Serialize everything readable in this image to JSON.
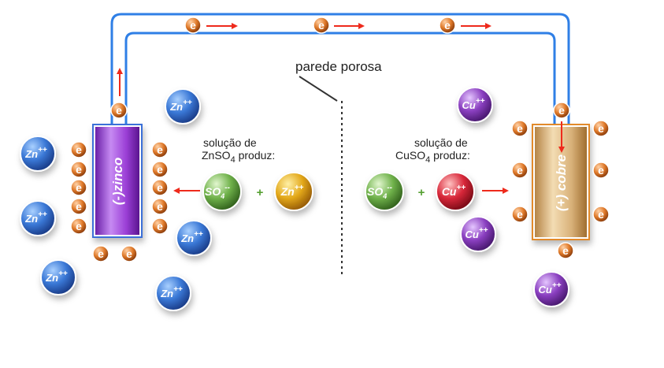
{
  "labels": {
    "porous_wall": "parede porosa",
    "zinc_electrode": "(-)zinco",
    "copper_electrode": "(+) cobre",
    "zn_solution_line1": "solução de",
    "zn_solution_line2": "ZnSO",
    "zn_solution_sub": "4",
    "zn_solution_line2_end": " produz:",
    "cu_solution_line1": "solução de",
    "cu_solution_line2": "CuSO",
    "cu_solution_sub": "4",
    "cu_solution_line2_end": " produz:"
  },
  "electron_label": "e",
  "plus_sign": "+",
  "ions": {
    "zn": {
      "base": "Zn",
      "charge": "++"
    },
    "cu": {
      "base": "Cu",
      "charge": "++"
    },
    "so4": {
      "base": "SO",
      "sub": "4",
      "charge": "--"
    }
  },
  "colors": {
    "wire": "#2f7fe6",
    "arrow": "#ee2a1c",
    "electron": "#e07a2a",
    "zn_ion": "#3a78d6",
    "cu_ion": "#8a3fc0",
    "so4_ion": "#6fb14a",
    "zn_reaction_ion": "#e3a81a",
    "cu_reaction_ion": "#d8283a",
    "zinc_plate": "#9b3fd6",
    "copper_plate": "#d9b27a"
  }
}
